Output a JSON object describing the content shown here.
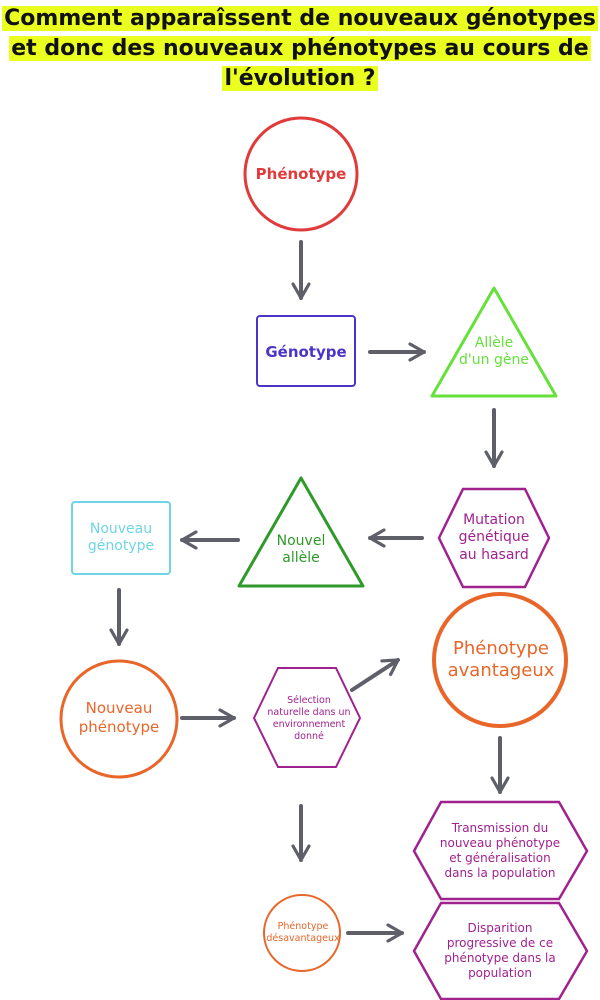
{
  "title": {
    "line1": "Comment apparaîssent de nouveaux génotypes",
    "line2": "et donc des nouveaux phénotypes au cours de",
    "line3": "l'évolution ?",
    "highlight_color": "#eaff1f"
  },
  "nodes": {
    "phenotype": "Phénotype",
    "genotype": "Génotype",
    "allele": "Allèle\nd'un gène",
    "mutation": "Mutation\ngénétique\nau hasard",
    "nouvel_allele": "Nouvel\nallèle",
    "nouveau_genotype": "Nouveau\ngénotype",
    "nouveau_phenotype": "Nouveau\nphénotype",
    "selection": "Sélection\nnaturelle dans un\nenvironnement\ndonné",
    "avantageux": "Phénotype\navantageux",
    "desavantageux": "Phénotype\ndésavantageux",
    "transmission": "Transmission du\nnouveau phénotype\net généralisation\ndans la population",
    "disparition": "Disparition\nprogressive de ce\nphénotype dans la\npopulation"
  },
  "colors": {
    "red": "#e03a3a",
    "blue": "#4a35c8",
    "light_green": "#66e03a",
    "dark_green": "#2f9a2a",
    "purple": "#a0228f",
    "cyan": "#6fd4e6",
    "orange": "#e8662a",
    "arrow": "#5f5f6a"
  }
}
